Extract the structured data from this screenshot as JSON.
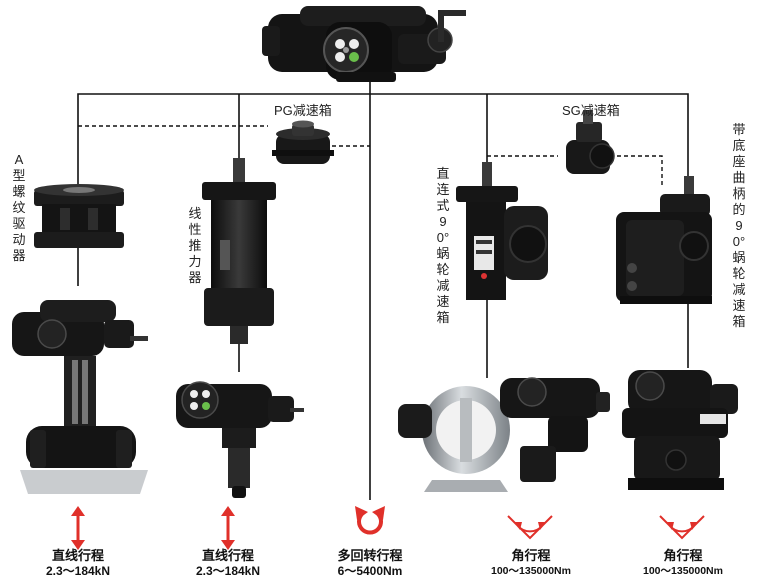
{
  "labels": {
    "pg_gearbox": "PG减速箱",
    "sg_gearbox": "SG减速箱",
    "a_thread_drive": "A型螺纹驱动器",
    "linear_thruster": "线性推力器",
    "direct_worm_gear": "直连式90°蜗轮减速箱",
    "base_crank_worm_gear": "带底座曲柄的90°蜗轮减速箱"
  },
  "captions": [
    {
      "title": "直线行程",
      "range": "2.3～184kN"
    },
    {
      "title": "直线行程",
      "range": "2.3～184kN"
    },
    {
      "title": "多回转行程",
      "range": "6～5400Nm"
    },
    {
      "title": "角行程",
      "range": "100～135000Nm"
    },
    {
      "title": "角行程",
      "range": "100～135000Nm"
    }
  ],
  "colors": {
    "arrow": "#e0302a",
    "line": "#111111",
    "device": "#151515",
    "metal": "#9aa0a6"
  }
}
